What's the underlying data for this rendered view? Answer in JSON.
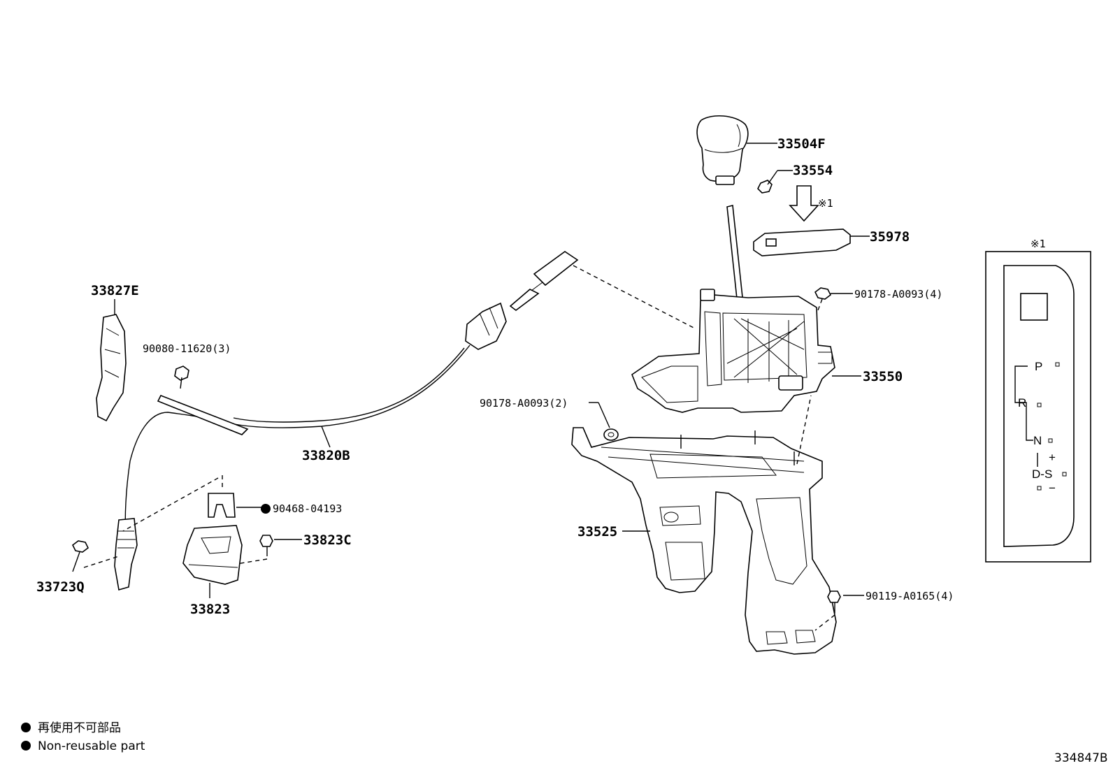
{
  "parts": {
    "p33504F": "33504F",
    "p33554": "33554",
    "ref_mark": "※1",
    "p35978": "35978",
    "p90178_A0093_4": "90178-A0093(4)",
    "p33550": "33550",
    "p90178_A0093_2": "90178-A0093(2)",
    "p33525": "33525",
    "p90119_A0165_4": "90119-A0165(4)",
    "p33827E": "33827E",
    "p90080_11620_3": "90080-11620(3)",
    "p33820B": "33820B",
    "p90468_04193": "90468-04193",
    "p33823C": "33823C",
    "p33723Q": "33723Q",
    "p33823": "33823"
  },
  "inset": {
    "title": "※1",
    "gate": {
      "P": "P",
      "R": "R",
      "N": "N",
      "D_S": "D-S",
      "plus": "+",
      "minus": "−"
    }
  },
  "legend": {
    "japanese": "再使用不可部品",
    "english": "Non-reusable part"
  },
  "drawing_number": "334847B"
}
